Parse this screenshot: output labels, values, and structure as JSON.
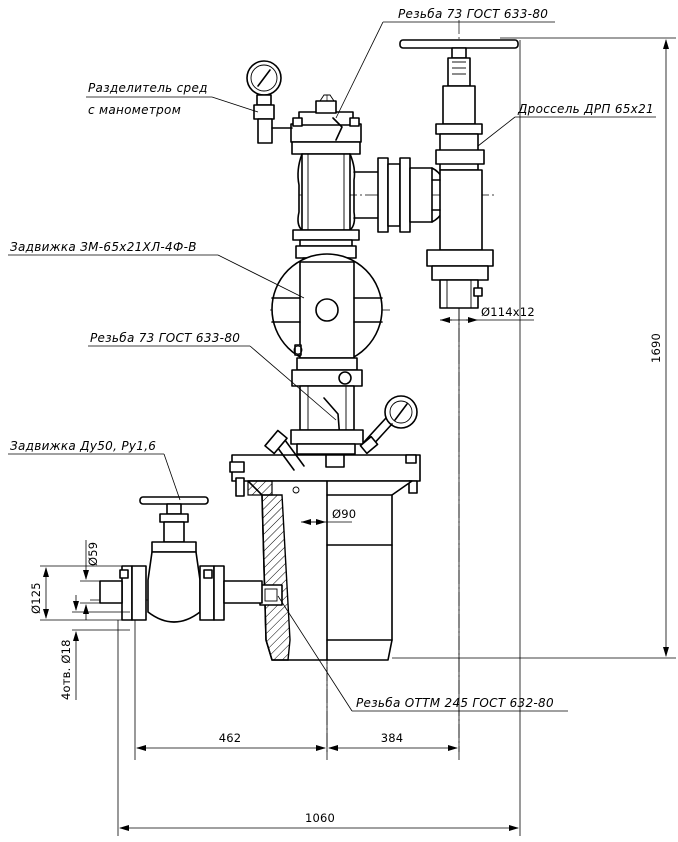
{
  "labels": {
    "thread_top": "Резьба 73 ГОСТ 633-80",
    "separator_line1": "Разделитель сред",
    "separator_line2": "с манометром",
    "choke": "Дроссель ДРП 65х21",
    "gate_valve_main": "Задвижка ЗМ-65х21ХЛ-4Ф-В",
    "thread_mid": "Резьба 73 ГОСТ 633-80",
    "gate_valve_side": "Задвижка Ду50, Ру1,6",
    "thread_bottom": "Резьба ОТТМ 245 ГОСТ 632-80"
  },
  "dimensions": {
    "height_total": "1690",
    "width_total": "1060",
    "offset_left": "462",
    "offset_right": "384",
    "dia_choke": "Ø114х12",
    "dia_body": "Ø90",
    "dia_59": "Ø59",
    "dia_125": "Ø125",
    "holes": "4отв. Ø18"
  }
}
